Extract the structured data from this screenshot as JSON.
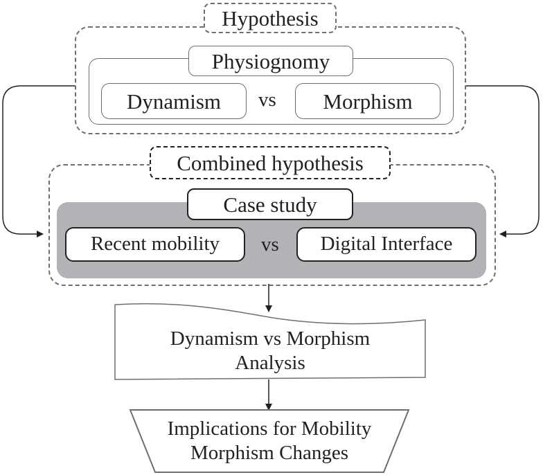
{
  "hypothesis": {
    "title": "Hypothesis",
    "physiognomy": "Physiognomy",
    "left": "Dynamism",
    "vs": "vs",
    "right": "Morphism"
  },
  "combined": {
    "title": "Combined hypothesis",
    "case_study": "Case study",
    "left": "Recent mobility",
    "vs": "vs",
    "right": "Digital Interface"
  },
  "analysis": {
    "line1": "Dynamism vs Morphism",
    "line2": "Analysis"
  },
  "implications": {
    "line1": "Implications for Mobility",
    "line2": "Morphism Changes"
  },
  "colors": {
    "line": "#231f20",
    "panel": "#b1b3b6",
    "border_grey": "#6d6e71"
  }
}
